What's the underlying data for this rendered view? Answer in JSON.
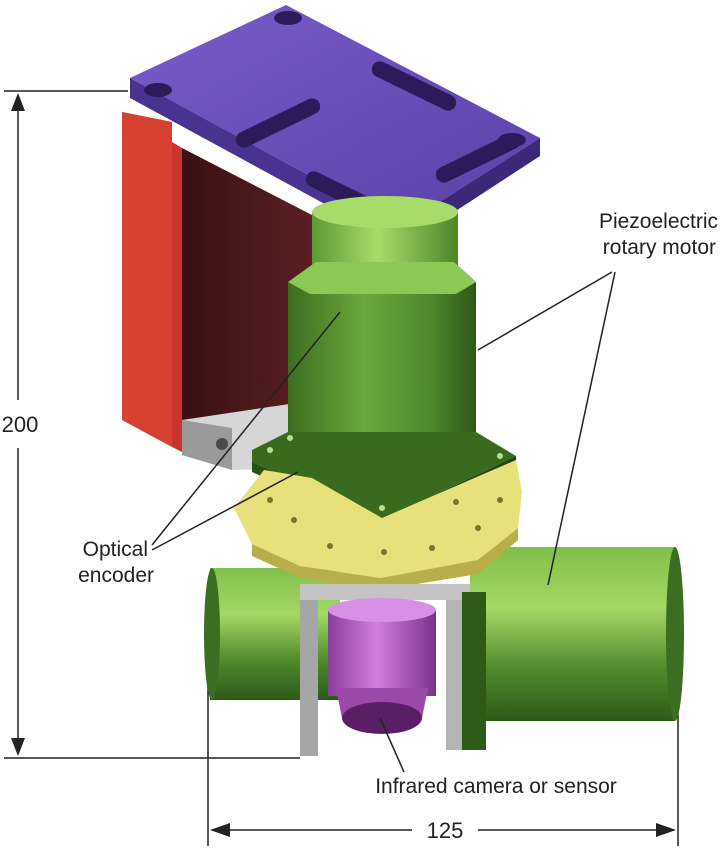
{
  "dimensions": {
    "height": "200",
    "width": "125"
  },
  "labels": {
    "piezo_line1": "Piezoelectric",
    "piezo_line2": "rotary motor",
    "optical_line1": "Optical",
    "optical_line2": "encoder",
    "camera": "Infrared camera or sensor"
  },
  "colors": {
    "top_plate": "#6a4fb8",
    "bracket": "#4a1618",
    "bracket_edge": "#d23a2c",
    "motor": "#4f8a2c",
    "motor_light": "#9cd25a",
    "yellow_disk": "#e8e07a",
    "camera": "#b05abe",
    "frame": "#b9b9b9"
  }
}
